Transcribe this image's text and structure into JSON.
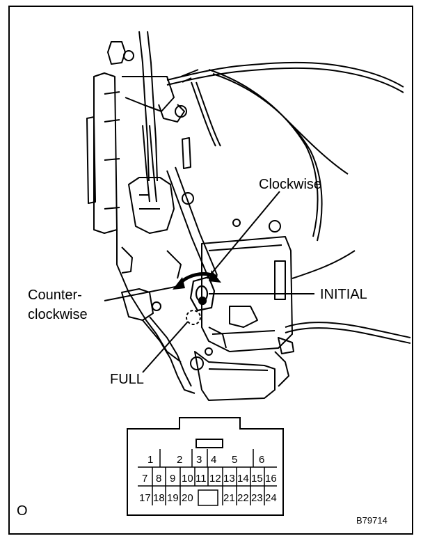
{
  "labels": {
    "clockwise": "Clockwise",
    "counter_line1": "Counter-",
    "counter_line2": "clockwise",
    "initial": "INITIAL",
    "full": "FULL",
    "corner_mark": "O",
    "figure_code": "B79714"
  },
  "connector": {
    "row1": [
      "1",
      "2",
      "3",
      "4",
      "5",
      "6"
    ],
    "row2": [
      "7",
      "8",
      "9",
      "10",
      "11",
      "12",
      "13",
      "14",
      "15",
      "16"
    ],
    "row3": [
      "17",
      "18",
      "19",
      "20",
      "21",
      "22",
      "23",
      "24"
    ]
  }
}
